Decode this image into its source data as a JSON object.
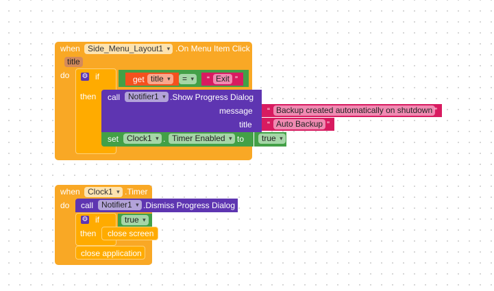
{
  "block1": {
    "when": "when",
    "component": "Side_Menu_Layout1",
    "event": ".On Menu Item Click",
    "param": "title",
    "do": "do",
    "if": "if",
    "then": "then",
    "get": "get",
    "get_var": "title",
    "op": "=",
    "exit": "Exit",
    "call": "call",
    "notifier": "Notifier1",
    "method": ".Show Progress Dialog",
    "message_label": "message",
    "title_label": "title",
    "message": "Backup created automatically on shutdown",
    "title": "Auto Backup",
    "set": "set",
    "clock": "Clock1",
    "dot": ".",
    "prop": "Timer Enabled",
    "to": "to",
    "value": "true"
  },
  "block2": {
    "when": "when",
    "component": "Clock1",
    "event": ".Timer",
    "do": "do",
    "call": "call",
    "notifier": "Notifier1",
    "method": ".Dismiss Progress Dialog",
    "if": "if",
    "cond": "true",
    "then": "then",
    "close_screen": "close screen",
    "close_app": "close application"
  },
  "quote": "“",
  "quote_end": "”"
}
